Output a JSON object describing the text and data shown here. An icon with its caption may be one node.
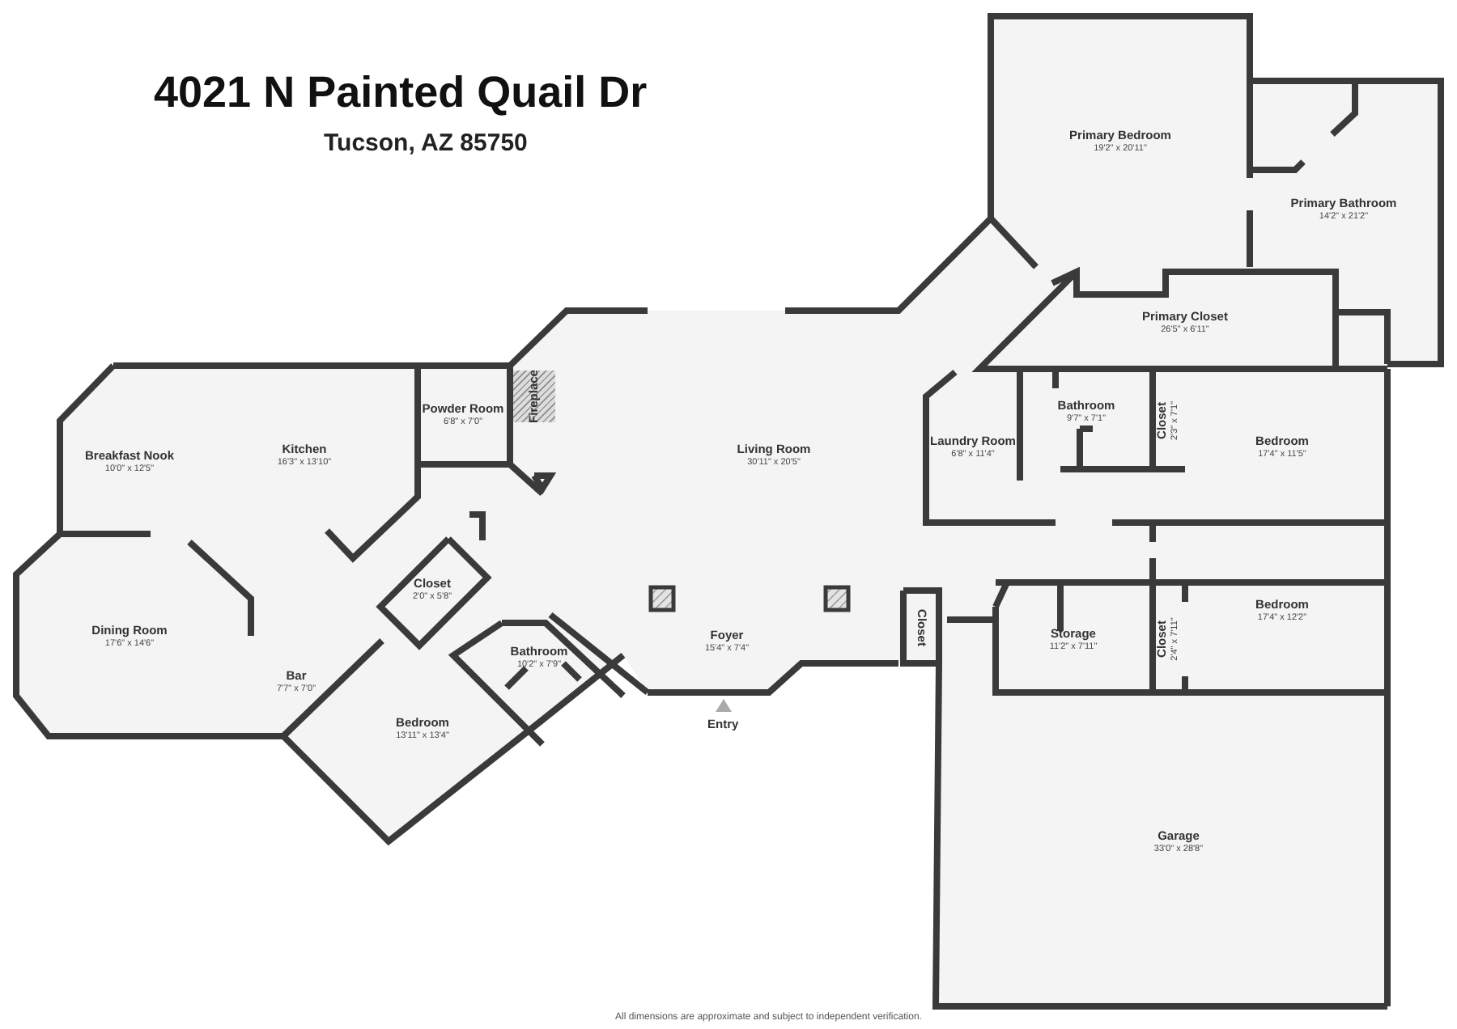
{
  "diagram": {
    "title": "4021 N Painted Quail Dr",
    "nodes": [
      {
        "text": [
          "Primary Bedroom",
          "19'2\" x 20'11\""
        ]
      },
      {
        "text": [
          "Primary Bathroom",
          "14'2\" x 21'2\""
        ]
      },
      {
        "text": [
          "Primary Closet",
          "26'5\" x 6'11\""
        ]
      },
      {
        "text": [
          "Powder Room",
          "6'8\" x 7'0\""
        ]
      },
      {
        "text": [
          "Fireplace"
        ]
      },
      {
        "text": [
          "Living Room",
          "30'11\" x 20'5\""
        ]
      },
      {
        "text": [
          "Breakfast Nook",
          "10'0\" x 12'5\""
        ]
      },
      {
        "text": [
          "Kitchen",
          "16'3\" x 13'10\""
        ]
      },
      {
        "text": [
          "Laundry Room",
          "6'8\" x 11'4\""
        ]
      },
      {
        "text": [
          "Bathroom",
          "9'7\" x 7'1\""
        ]
      },
      {
        "text": [
          "Closet",
          "2'3\" x 7'1\""
        ]
      },
      {
        "text": [
          "Bedroom",
          "17'4\" x 11'5\""
        ]
      },
      {
        "text": [
          "Closet",
          "2'0\" x 5'8\""
        ]
      },
      {
        "text": [
          "Dining Room",
          "17'6\" x 14'6\""
        ]
      },
      {
        "text": [
          "Foyer",
          "15'4\" x 7'4\""
        ]
      },
      {
        "text": [
          "Closet"
        ]
      },
      {
        "text": [
          "Storage",
          "11'2\" x 7'11\""
        ]
      },
      {
        "text": [
          "Closet",
          "2'4\" x 7'11\""
        ]
      },
      {
        "text": [
          "Bedroom",
          "17'4\" x 12'2\""
        ]
      },
      {
        "text": [
          "Bathroom",
          "10'2\" x 7'9\""
        ]
      },
      {
        "text": [
          "Bar",
          "7'7\" x 7'0\""
        ]
      },
      {
        "text": [
          "Bedroom",
          "13'11\" x 13'4\""
        ]
      },
      {
        "text": [
          "Garage",
          "33'0\" x 28'8\""
        ]
      }
    ],
    "labels": [
      "Tucson, AZ 85750",
      "Entry",
      "All dimensions are approximate and subject to independent verification."
    ]
  }
}
